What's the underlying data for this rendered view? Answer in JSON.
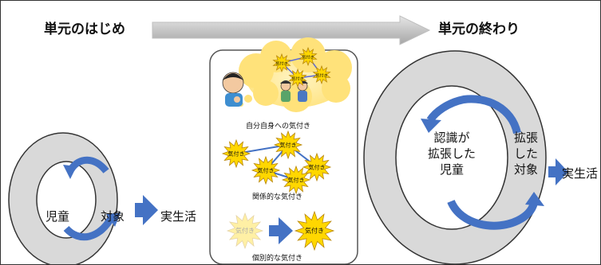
{
  "header": {
    "start": "単元のはじめ",
    "end": "単元の終わり"
  },
  "left": {
    "inner": "児童",
    "outer": "対象",
    "target": "実生活"
  },
  "center": {
    "caption_self": "自分自身への気付き",
    "caption_relational": "関係的な気付き",
    "caption_individual": "個別的な気付き",
    "bubble_labels": [
      "気付き",
      "気付き",
      "気付き",
      "気付き"
    ],
    "network_labels": [
      "気付き",
      "気付き",
      "気付き",
      "気付き",
      "気付き"
    ],
    "individual_faded": "気付き",
    "individual_bright": "気付き"
  },
  "right": {
    "inner": [
      "認識が",
      "拡張した",
      "児童"
    ],
    "outer": [
      "拡張",
      "した",
      "対象"
    ],
    "target": "実生活"
  },
  "colors": {
    "ring": "#d9d9d9",
    "arrow_blue": "#4472c4",
    "star_yellow": "#ffd700",
    "panel_border": "#555555"
  }
}
